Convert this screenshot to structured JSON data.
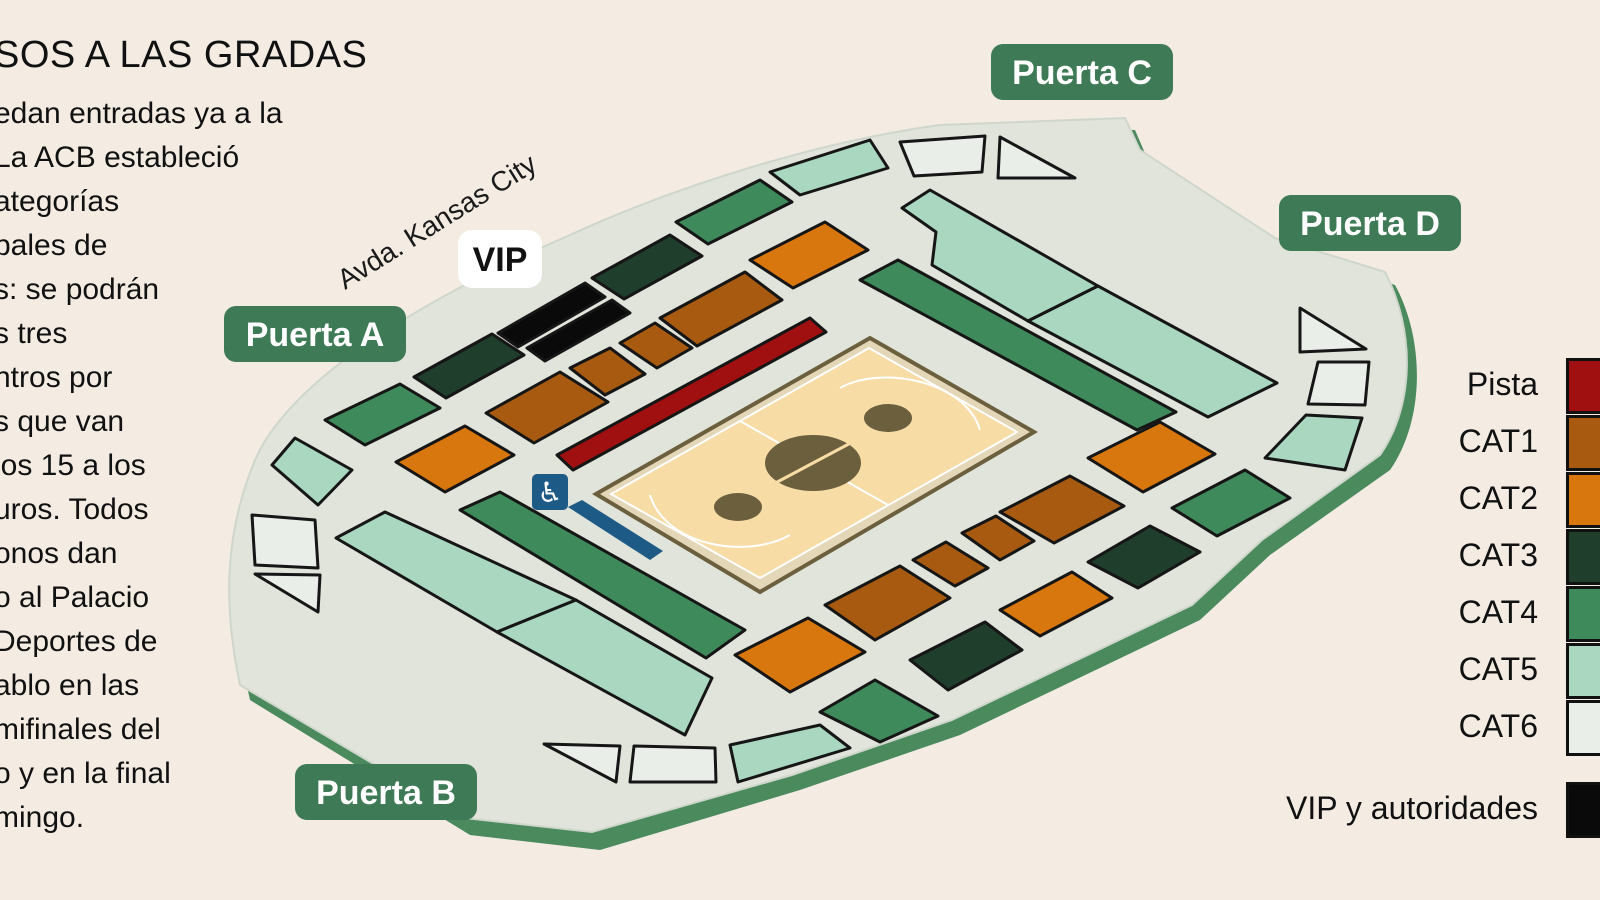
{
  "title": "SOS A LAS GRADAS",
  "body_lines": [
    "edan entradas ya a la",
    "La ACB estableció",
    "ategorías",
    "pales de",
    "s: se podrán",
    "s tres",
    "ntros por",
    "s que van",
    "los 15 a los",
    "uros. Todos",
    "onos dan",
    "o al Palacio",
    "Deportes de",
    "ablo en las",
    "mifinales del",
    "o y en la final",
    "mingo."
  ],
  "map": {
    "street": "Avda. Kansas City",
    "vip_tag": "VIP",
    "gates": {
      "a": "Puerta A",
      "b": "Puerta B",
      "c": "Puerta C",
      "d": "Puerta D"
    },
    "accessibility_icon": "wheelchair-icon"
  },
  "legend": [
    {
      "label": "Pista",
      "color": "#a01010"
    },
    {
      "label": "CAT1",
      "color": "#a85b10"
    },
    {
      "label": "CAT2",
      "color": "#d9770f"
    },
    {
      "label": "CAT3",
      "color": "#1f3e2b"
    },
    {
      "label": "CAT4",
      "color": "#3f8a5b"
    },
    {
      "label": "CAT5",
      "color": "#a9d7bf"
    },
    {
      "label": "CAT6",
      "color": "#e9eee8"
    }
  ],
  "legend_vip": {
    "label": "VIP y autoridades",
    "color": "#0a0a0a"
  },
  "colors": {
    "background": "#f4ebe3",
    "gate": "#3d7a55",
    "court": "#f7dca6",
    "court_line": "#6b5f3e"
  }
}
